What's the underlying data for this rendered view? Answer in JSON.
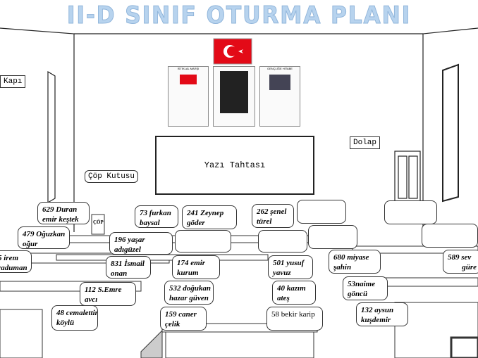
{
  "title": "II-D SINIF OTURMA PLANI",
  "labels": {
    "door": "Kapı",
    "cupboard": "Dolap",
    "trash": "Çöp Kutusu",
    "trash_can": "ÇÖP",
    "board": "Yazı Tahtası"
  },
  "posters": {
    "left": "İSTİKLAL MARŞI",
    "right": "GENÇLİĞE HİTABE"
  },
  "students": [
    {
      "l1": "629 Duran",
      "l2": "emir keştek"
    },
    {
      "l1": "479 Oğuzkan",
      "l2": "oğur"
    },
    {
      "l1": "5 irem",
      "l2": "raduman"
    },
    {
      "l1": "73 furkan",
      "l2": "baysal"
    },
    {
      "l1": "196 yaşar",
      "l2": "adıgüzel"
    },
    {
      "l1": "831 İsmail",
      "l2": "onan"
    },
    {
      "l1": "112 S.Emre",
      "l2": "avcı"
    },
    {
      "l1": "48 cemalettin",
      "l2": "köylü"
    },
    {
      "l1": "241 Zeynep",
      "l2": "göder"
    },
    {
      "l1": "262 şenel",
      "l2": "türel"
    },
    {
      "l1": "174 emir",
      "l2": "kurum"
    },
    {
      "l1": "501 yusuf",
      "l2": "yavuz"
    },
    {
      "l1": "532 doğukan",
      "l2": "hazar güven"
    },
    {
      "l1": "40 kazım",
      "l2": "ateş"
    },
    {
      "l1": "159 caner",
      "l2": "çelik"
    },
    {
      "l1": "58 bekir karip",
      "l2": ""
    },
    {
      "l1": "680 miyase",
      "l2": "şahin"
    },
    {
      "l1": "589 sev",
      "l2": "güre"
    },
    {
      "l1": "53naime",
      "l2": "göncü"
    },
    {
      "l1": "132 aysun",
      "l2": "kuşdemir"
    }
  ],
  "colors": {
    "title": "#b7d3ee",
    "flag": "#e30a17"
  }
}
